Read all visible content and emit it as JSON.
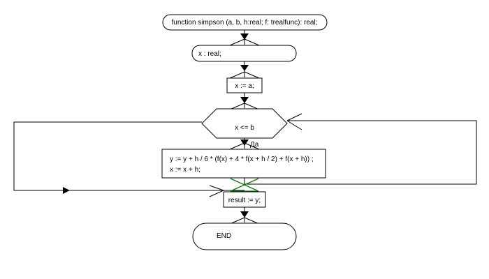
{
  "flowchart": {
    "header": "function simpson (a, b, h:real; f: trealfunc): real;",
    "declaration": "x : real;",
    "init": "x := a;",
    "condition": "x <= b",
    "yes_label": "Да",
    "body_line1": "y := y + h / 6 * (f(x) + 4 * f(x + h / 2) + f(x + h)) ;",
    "body_line2": "x := x + h;",
    "result": "result := y;",
    "end": "END"
  },
  "colors": {
    "line": "#000000",
    "join_marker": "#0a7a0a",
    "background": "#ffffff"
  }
}
